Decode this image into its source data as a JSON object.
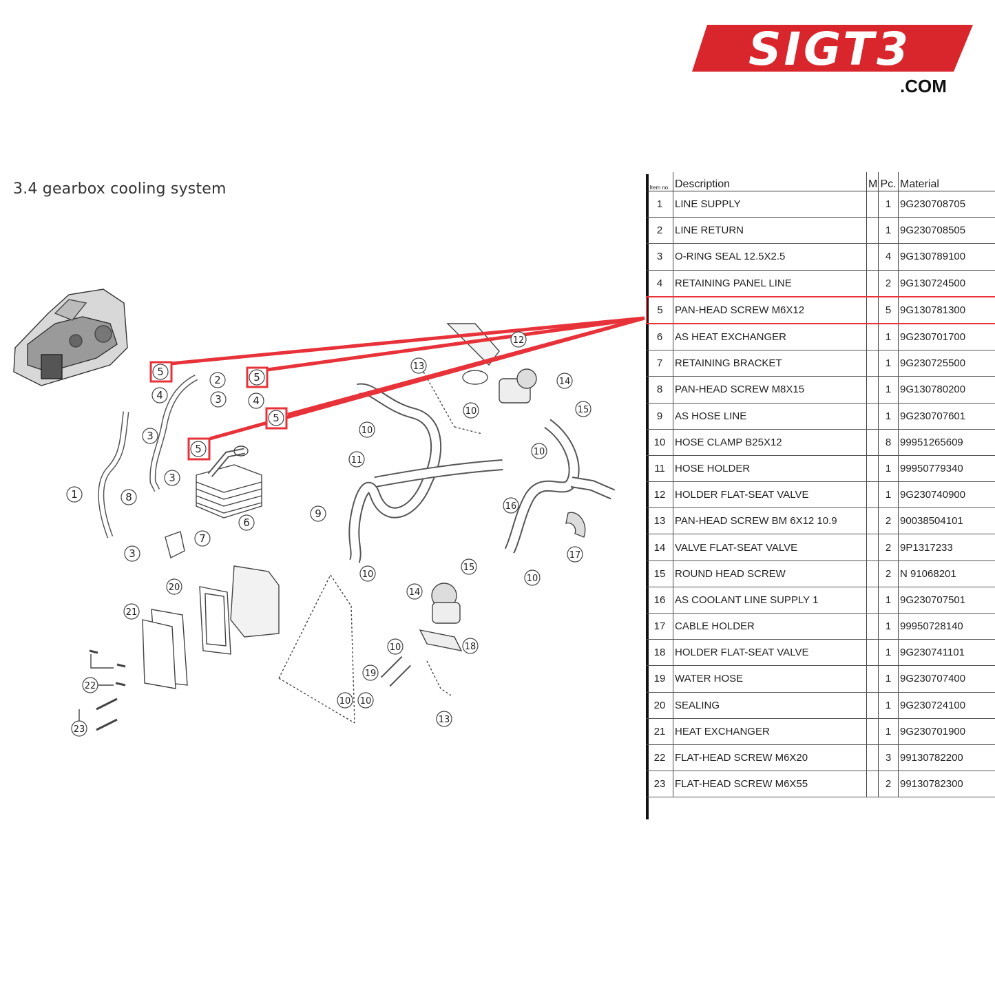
{
  "logo": {
    "text": "SIGT3",
    "domain": ".COM",
    "color": "#d9262c"
  },
  "section_title": "3.4  gearbox cooling system",
  "highlight_color": "#e8323a",
  "callout_label": "5",
  "table": {
    "headers": {
      "item_no": "Item no.",
      "description": "Description",
      "m": "M",
      "pc": "Pc.",
      "material": "Material"
    },
    "highlighted_item": "5",
    "rows": [
      {
        "no": "1",
        "desc": "LINE SUPPLY",
        "m": "",
        "pc": "1",
        "mat": "9G230708705"
      },
      {
        "no": "2",
        "desc": "LINE RETURN",
        "m": "",
        "pc": "1",
        "mat": "9G230708505"
      },
      {
        "no": "3",
        "desc": "O-RING SEAL 12.5X2.5",
        "m": "",
        "pc": "4",
        "mat": "9G130789100"
      },
      {
        "no": "4",
        "desc": "RETAINING PANEL LINE",
        "m": "",
        "pc": "2",
        "mat": "9G130724500"
      },
      {
        "no": "5",
        "desc": "PAN-HEAD SCREW M6X12",
        "m": "",
        "pc": "5",
        "mat": "9G130781300"
      },
      {
        "no": "6",
        "desc": "AS HEAT EXCHANGER",
        "m": "",
        "pc": "1",
        "mat": "9G230701700"
      },
      {
        "no": "7",
        "desc": "RETAINING BRACKET",
        "m": "",
        "pc": "1",
        "mat": "9G230725500"
      },
      {
        "no": "8",
        "desc": "PAN-HEAD SCREW M8X15",
        "m": "",
        "pc": "1",
        "mat": "9G130780200"
      },
      {
        "no": "9",
        "desc": "AS HOSE LINE",
        "m": "",
        "pc": "1",
        "mat": "9G230707601"
      },
      {
        "no": "10",
        "desc": "HOSE CLAMP B25X12",
        "m": "",
        "pc": "8",
        "mat": "99951265609"
      },
      {
        "no": "11",
        "desc": "HOSE HOLDER",
        "m": "",
        "pc": "1",
        "mat": "99950779340"
      },
      {
        "no": "12",
        "desc": "HOLDER FLAT-SEAT VALVE",
        "m": "",
        "pc": "1",
        "mat": "9G230740900"
      },
      {
        "no": "13",
        "desc": "PAN-HEAD SCREW BM 6X12 10.9",
        "m": "",
        "pc": "2",
        "mat": "90038504101"
      },
      {
        "no": "14",
        "desc": "VALVE FLAT-SEAT VALVE",
        "m": "",
        "pc": "2",
        "mat": "9P1317233"
      },
      {
        "no": "15",
        "desc": "ROUND HEAD SCREW",
        "m": "",
        "pc": "2",
        "mat": "N 91068201"
      },
      {
        "no": "16",
        "desc": "AS COOLANT LINE SUPPLY 1",
        "m": "",
        "pc": "1",
        "mat": "9G230707501"
      },
      {
        "no": "17",
        "desc": "CABLE HOLDER",
        "m": "",
        "pc": "1",
        "mat": "99950728140"
      },
      {
        "no": "18",
        "desc": "HOLDER FLAT-SEAT VALVE",
        "m": "",
        "pc": "1",
        "mat": "9G230741101"
      },
      {
        "no": "19",
        "desc": "WATER HOSE",
        "m": "",
        "pc": "1",
        "mat": "9G230707400"
      },
      {
        "no": "20",
        "desc": "SEALING",
        "m": "",
        "pc": "1",
        "mat": "9G230724100"
      },
      {
        "no": "21",
        "desc": "HEAT EXCHANGER",
        "m": "",
        "pc": "1",
        "mat": "9G230701900"
      },
      {
        "no": "22",
        "desc": "FLAT-HEAD SCREW M6X20",
        "m": "",
        "pc": "3",
        "mat": "99130782200"
      },
      {
        "no": "23",
        "desc": "FLAT-HEAD SCREW M6X55",
        "m": "",
        "pc": "2",
        "mat": "99130782300"
      }
    ]
  },
  "diagram_callouts": [
    "1",
    "2",
    "3",
    "3",
    "3",
    "3",
    "4",
    "4",
    "5",
    "5",
    "5",
    "5",
    "6",
    "7",
    "8",
    "9",
    "10",
    "10",
    "10",
    "10",
    "10",
    "10",
    "10",
    "10",
    "11",
    "12",
    "13",
    "13",
    "14",
    "14",
    "15",
    "15",
    "16",
    "17",
    "18",
    "19",
    "20",
    "21",
    "22",
    "23"
  ]
}
